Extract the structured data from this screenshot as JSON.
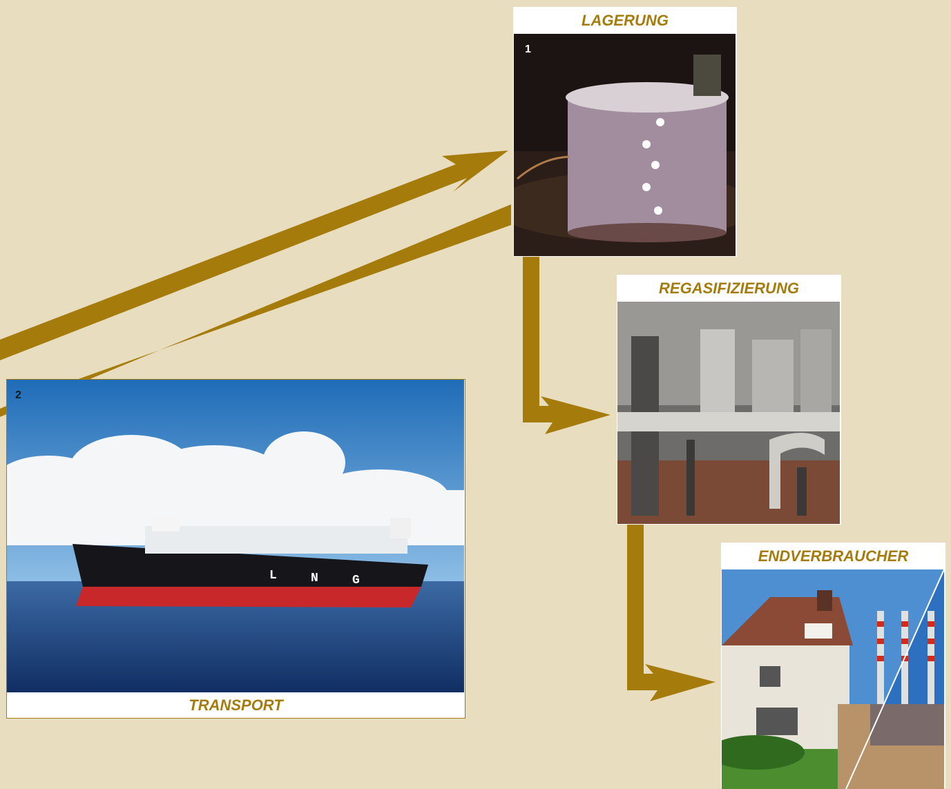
{
  "stages": {
    "storage": {
      "label": "LAGERUNG",
      "number": "1"
    },
    "regas": {
      "label": "REGASIFIZIERUNG"
    },
    "consumer": {
      "label": "ENDVERBRAUCHER"
    },
    "transport": {
      "label": "TRANSPORT",
      "number": "2"
    }
  },
  "ship_lettering": [
    "L",
    "N",
    "G"
  ],
  "colors": {
    "background": "#e9ddc0",
    "arrow": "#a57c0b",
    "caption": "#a57c0b"
  },
  "icons": {
    "storage_photo": "lng-storage-tank-image",
    "regas_photo": "regasification-plant-image",
    "consumer_photo": "house-and-power-plant-image",
    "transport_photo": "lng-tanker-ship-image"
  }
}
